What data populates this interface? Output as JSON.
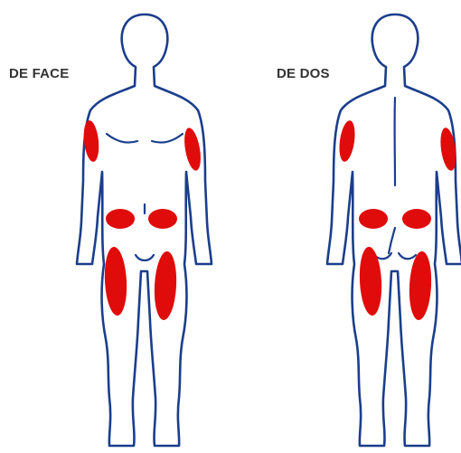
{
  "labels": {
    "front": "DE FACE",
    "back": "DE DOS"
  },
  "colors": {
    "outline": "#1b3e8c",
    "injection_zone": "#e00b0b",
    "label_text": "#333333",
    "background": "#ffffff"
  },
  "figures": [
    {
      "view": "front",
      "zones": [
        "left-upper-arm",
        "right-upper-arm",
        "left-abdomen",
        "right-abdomen",
        "left-thigh",
        "right-thigh"
      ]
    },
    {
      "view": "back",
      "zones": [
        "left-upper-arm",
        "right-upper-arm",
        "left-buttock",
        "right-buttock",
        "left-thigh",
        "right-thigh"
      ]
    }
  ]
}
